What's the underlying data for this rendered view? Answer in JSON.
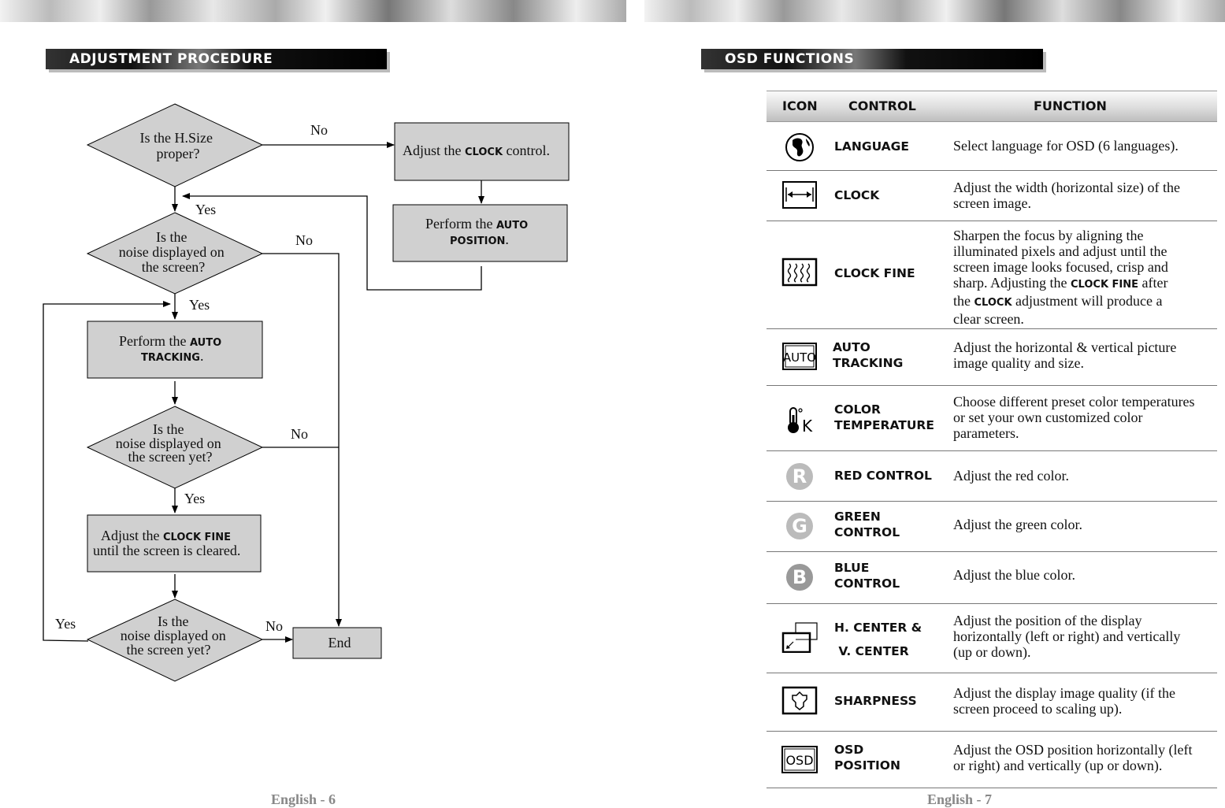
{
  "left_page": {
    "section_title": "ADJUSTMENT PROCEDURE",
    "footer": "English - 6",
    "flowchart": {
      "q1": [
        "Is the H.Size",
        "proper?"
      ],
      "q2": [
        "Is the",
        "noise displayed on",
        "the screen?"
      ],
      "q3": [
        "Is the",
        "noise displayed on",
        "the screen yet?"
      ],
      "q4": [
        "Is the",
        "noise displayed on",
        "the screen yet?"
      ],
      "clock_box": {
        "pre": "Adjust the ",
        "bold": "CLOCK",
        "post": " control."
      },
      "auto_pos_box": {
        "pre": "Perform the ",
        "bold1": "AUTO",
        "bold2": "POSITION",
        "post": "."
      },
      "auto_track_box": {
        "pre": "Perform the ",
        "bold1": "AUTO",
        "bold2": "TRACKING",
        "post": "."
      },
      "clock_fine_box": {
        "pre": "Adjust the ",
        "bold": "CLOCK FINE",
        "line2": "until the screen is cleared."
      },
      "end_box": "End",
      "yes": "Yes",
      "no": "No"
    }
  },
  "right_page": {
    "section_title": "OSD FUNCTIONS",
    "footer": "English - 7",
    "table": {
      "headers": {
        "icon": "ICON",
        "control": "CONTROL",
        "function": "FUNCTION"
      },
      "rows": [
        {
          "icon": "globe-icon",
          "control": [
            "LANGUAGE"
          ],
          "function": [
            "Select language for OSD (6 languages)."
          ]
        },
        {
          "icon": "horizontal-arrow-icon",
          "control": [
            "CLOCK"
          ],
          "function": [
            "Adjust the width (horizontal size) of the",
            "screen image."
          ]
        },
        {
          "icon": "wave-lines-icon",
          "control": [
            "CLOCK FINE"
          ],
          "function": [
            "Sharpen the focus by aligning the",
            "illuminated pixels and adjust until the",
            "screen image looks focused, crisp and",
            "sharp.  Adjusting the |CLOCK FINE| after",
            "the |CLOCK| adjustment will produce a",
            "clear screen."
          ]
        },
        {
          "icon": "auto-icon",
          "icon_text": "AUTO",
          "control": [
            "AUTO",
            "TRACKING"
          ],
          "function": [
            "Adjust the horizontal & vertical picture",
            "image quality and size."
          ]
        },
        {
          "icon": "thermometer-icon",
          "icon_text": "K",
          "control": [
            "COLOR",
            "TEMPERATURE"
          ],
          "function": [
            "Choose different preset color temperatures",
            "or set your own customized color",
            "parameters."
          ]
        },
        {
          "icon": "red-r-icon",
          "icon_text": "R",
          "control": [
            "RED CONTROL"
          ],
          "function": [
            "Adjust the red color."
          ]
        },
        {
          "icon": "green-g-icon",
          "icon_text": "G",
          "control": [
            "GREEN",
            "CONTROL"
          ],
          "function": [
            "Adjust the green color."
          ]
        },
        {
          "icon": "blue-b-icon",
          "icon_text": "B",
          "control": [
            "BLUE",
            "CONTROL"
          ],
          "function": [
            "Adjust the blue color."
          ]
        },
        {
          "icon": "position-icon",
          "control": [
            "H. CENTER &",
            " V. CENTER"
          ],
          "function": [
            "Adjust the position of the display",
            "horizontally (left or right) and vertically",
            "(up or down)."
          ]
        },
        {
          "icon": "sharpness-icon",
          "control": [
            "SHARPNESS"
          ],
          "function": [
            "Adjust the display image quality (if the",
            "screen proceed to scaling up)."
          ]
        },
        {
          "icon": "osd-icon",
          "icon_text": "OSD",
          "control": [
            "OSD",
            "POSITION"
          ],
          "function": [
            "Adjust the OSD position horizontally (left",
            "or right) and vertically (up or down)."
          ]
        }
      ]
    }
  }
}
